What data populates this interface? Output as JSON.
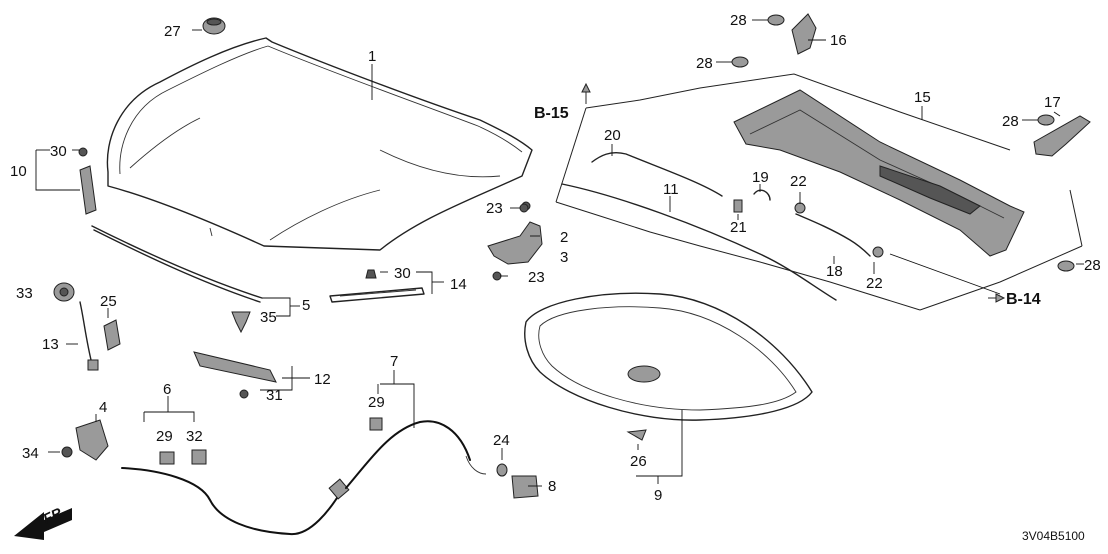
{
  "diagram_code": "3V04B5100",
  "direction_label": "FR.",
  "refs": {
    "b15": "B-15",
    "b14": "B-14"
  },
  "labels": {
    "l1": "1",
    "l2": "2",
    "l3": "3",
    "l4": "4",
    "l5": "5",
    "l6": "6",
    "l7": "7",
    "l8": "8",
    "l9": "9",
    "l10": "10",
    "l11": "11",
    "l12": "12",
    "l13": "13",
    "l14": "14",
    "l15": "15",
    "l16": "16",
    "l17": "17",
    "l18": "18",
    "l19": "19",
    "l20": "20",
    "l21": "21",
    "l22a": "22",
    "l22b": "22",
    "l23a": "23",
    "l23b": "23",
    "l24": "24",
    "l25": "25",
    "l26": "26",
    "l27": "27",
    "l28a": "28",
    "l28b": "28",
    "l28c": "28",
    "l28d": "28",
    "l29a": "29",
    "l29b": "29",
    "l30a": "30",
    "l30b": "30",
    "l31": "31",
    "l32": "32",
    "l33": "33",
    "l34": "34",
    "l35": "35"
  }
}
